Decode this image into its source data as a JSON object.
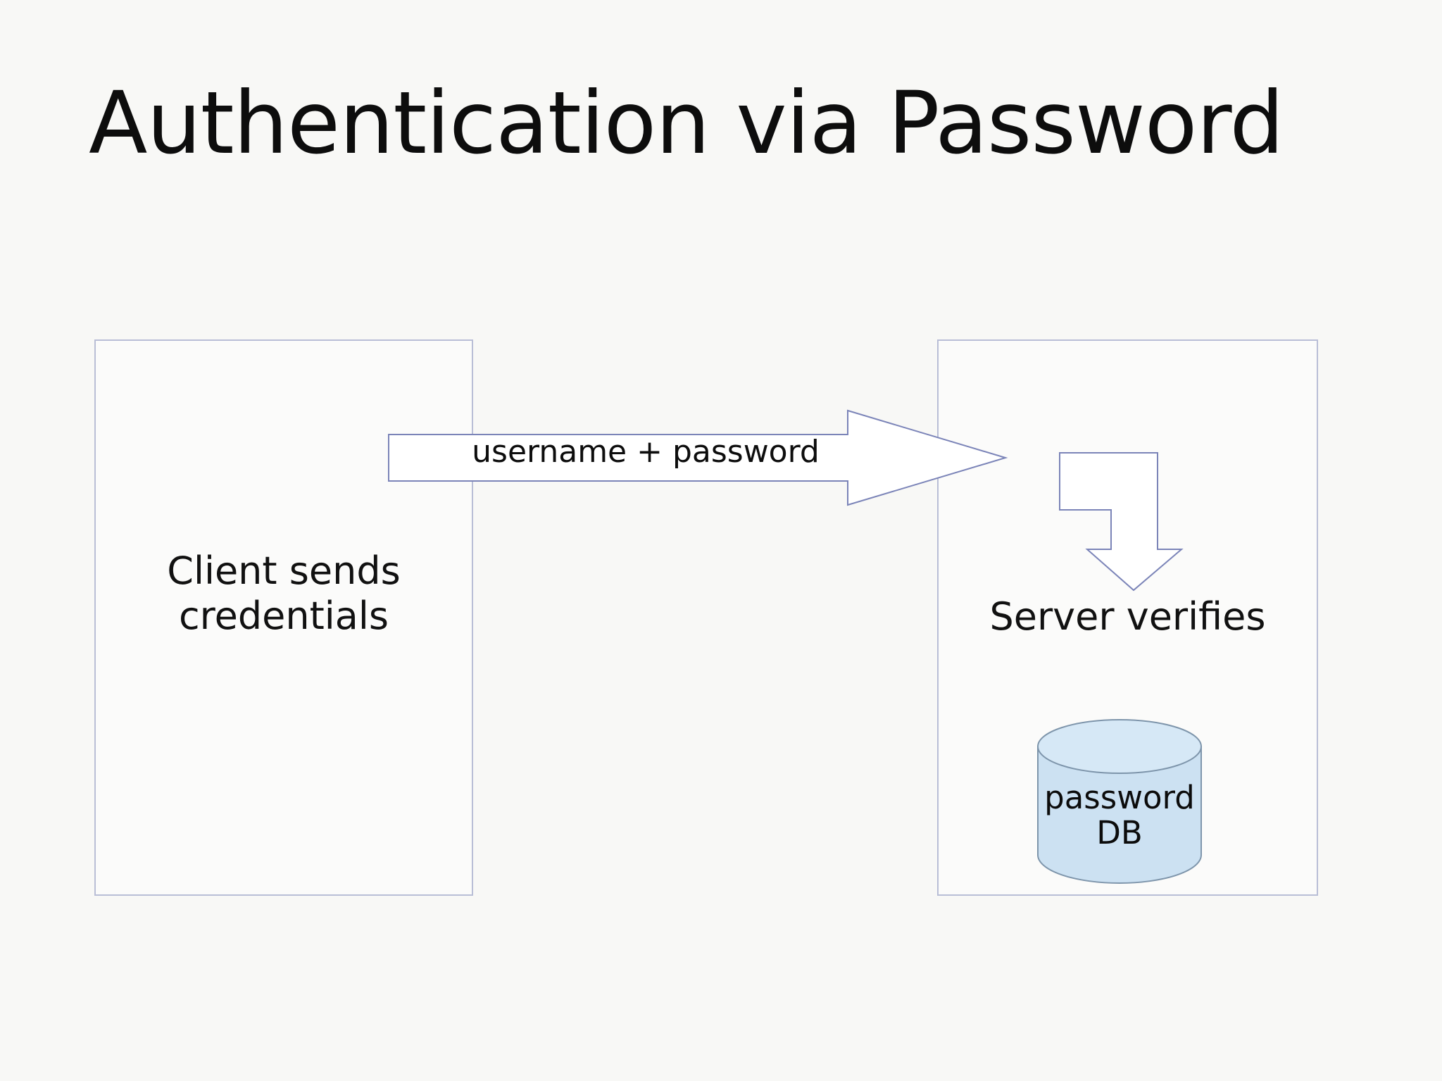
{
  "slide": {
    "title": "Authentication via Password",
    "background_color": "#f8f8f6",
    "text_color": "#0d0d0d"
  },
  "diagram": {
    "type": "flow",
    "shape_outline_color": "#7b84b8",
    "panel_border_color": "#b9bed6",
    "panel_fill_color": "#fbfbfa",
    "client": {
      "label": "Client sends\ncredentials"
    },
    "server": {
      "label": "Server verifies"
    },
    "request_arrow": {
      "label": "username + password",
      "direction": "right",
      "style": "block-arrow"
    },
    "verify_arrow": {
      "label": "",
      "direction": "down",
      "style": "bent-block-arrow"
    },
    "database": {
      "label": "password\nDB",
      "fill_color": "#cce1f2",
      "stroke_color": "#7e95ab",
      "top_fill_color": "#d6e8f6"
    }
  }
}
